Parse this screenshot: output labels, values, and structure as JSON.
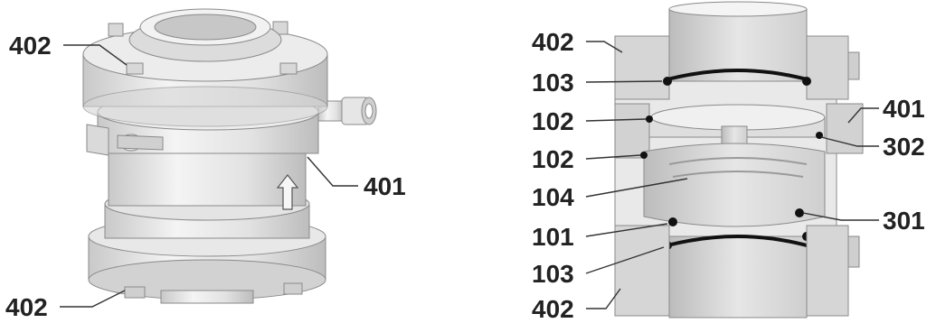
{
  "diagram": {
    "left_view": {
      "labels": {
        "top_flange": "402",
        "clamp_ring": "401",
        "bottom_flange": "402"
      }
    },
    "right_view": {
      "labels": {
        "top_flange": "402",
        "upper_seal": "103",
        "upper_inner_seal": "102",
        "lower_inner_seal": "102",
        "valve_stem": "104",
        "bottom_body": "101",
        "lower_seal": "103",
        "bottom_flange": "402",
        "clamp_ring": "401",
        "upper_valve": "302",
        "lower_valve": "301"
      }
    }
  },
  "colors": {
    "part_light": "#ececec",
    "part_mid": "#d6d6d6",
    "part_dark": "#b5b5b5",
    "outline": "#8a8a8a",
    "seal": "#111111",
    "label": "#222222"
  }
}
